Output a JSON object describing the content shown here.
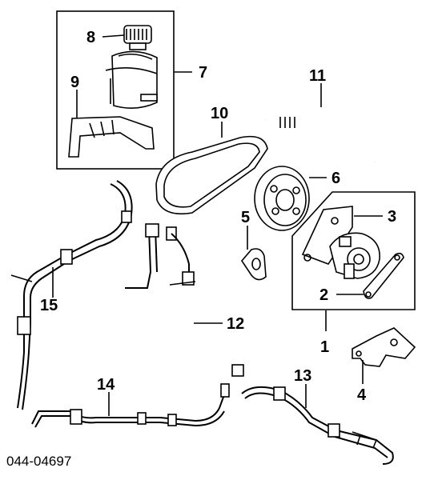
{
  "diagram": {
    "part_labels": {
      "p1": "1",
      "p2": "2",
      "p3": "3",
      "p4": "4",
      "p5": "5",
      "p6": "6",
      "p7": "7",
      "p8": "8",
      "p9": "9",
      "p10": "10",
      "p11": "11",
      "p12": "12",
      "p13": "13",
      "p14": "14",
      "p15": "15"
    },
    "diagram_code": "044-04697"
  },
  "colors": {
    "line": "#000000",
    "background": "#ffffff"
  }
}
